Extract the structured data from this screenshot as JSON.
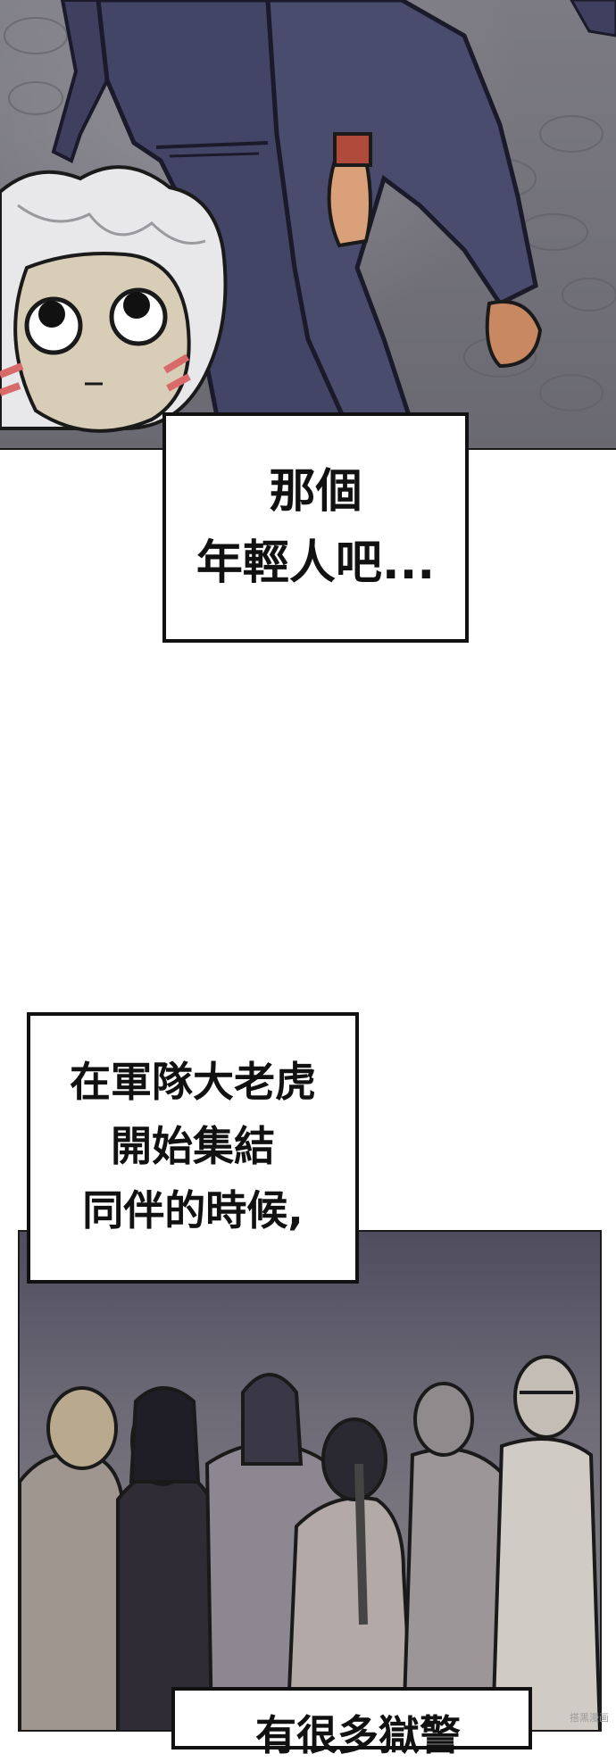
{
  "captions": [
    {
      "lines": [
        "那個",
        "年輕人吧..."
      ]
    },
    {
      "lines": [
        "在軍隊大老虎",
        "開始集結",
        "同伴的時候,"
      ]
    },
    {
      "lines": [
        "有很多獄警"
      ]
    }
  ],
  "watermark": "搭黑漫画",
  "colors": {
    "uniform": "#3f4060",
    "panel_bg": "#76757e",
    "caption_border": "#111111"
  }
}
